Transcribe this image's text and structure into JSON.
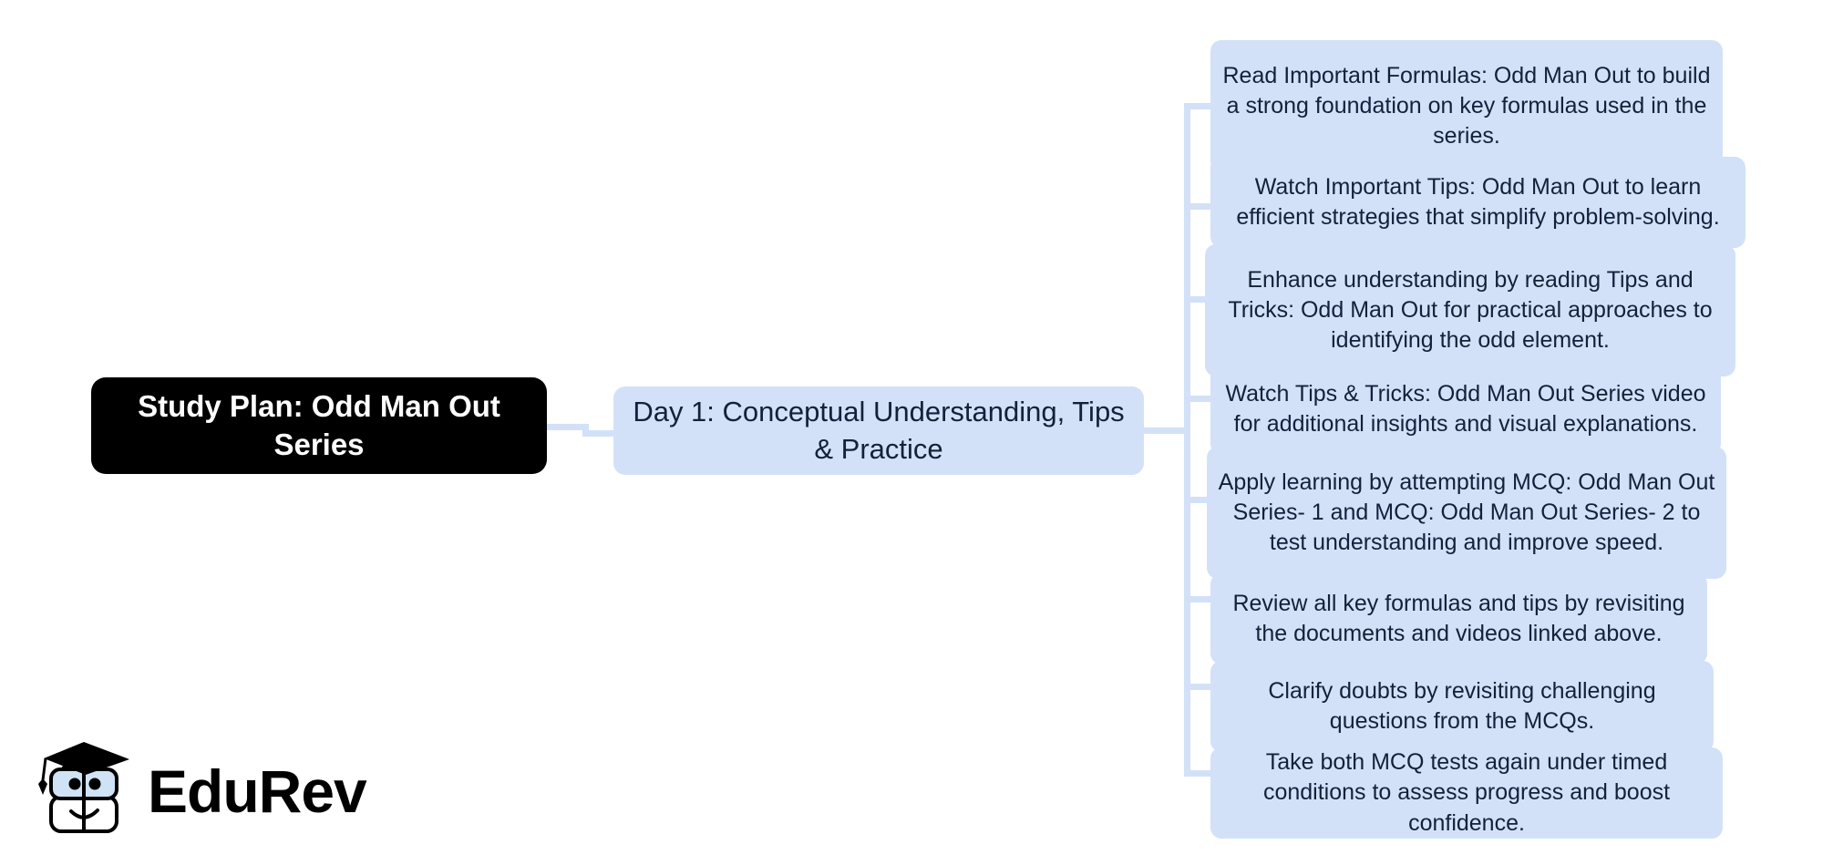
{
  "diagram": {
    "type": "mindmap",
    "background_color": "#ffffff",
    "accent_color": "#d3e1f8",
    "text_color": "#12213c",
    "root_background": "#000000",
    "root_text_color": "#ffffff",
    "root": {
      "label": "Study Plan: Odd Man Out Series"
    },
    "branches": [
      {
        "label": "Day 1: Conceptual Understanding, Tips & Practice",
        "children": [
          {
            "label": "Read Important Formulas: Odd Man Out to build a strong foundation on key formulas used in the series."
          },
          {
            "label": "Watch Important Tips: Odd Man Out to learn efficient strategies that simplify problem-solving."
          },
          {
            "label": "Enhance understanding by reading Tips and Tricks: Odd Man Out for practical approaches to identifying the odd element."
          },
          {
            "label": "Watch Tips & Tricks: Odd Man Out Series video for additional insights and visual explanations."
          },
          {
            "label": "Apply learning by attempting MCQ: Odd Man Out Series- 1 and MCQ: Odd Man Out Series- 2 to test understanding and improve speed."
          },
          {
            "label": "Review all key formulas and tips by revisiting the documents and videos linked above."
          },
          {
            "label": "Clarify doubts by revisiting challenging questions from the MCQs."
          },
          {
            "label": "Take both MCQ tests again under timed conditions to assess progress and boost confidence."
          }
        ]
      }
    ]
  },
  "branding": {
    "logo_name": "edurev-logo",
    "wordmark": "EduRev",
    "mark_icon": "graduation-cap-book-character-icon"
  }
}
